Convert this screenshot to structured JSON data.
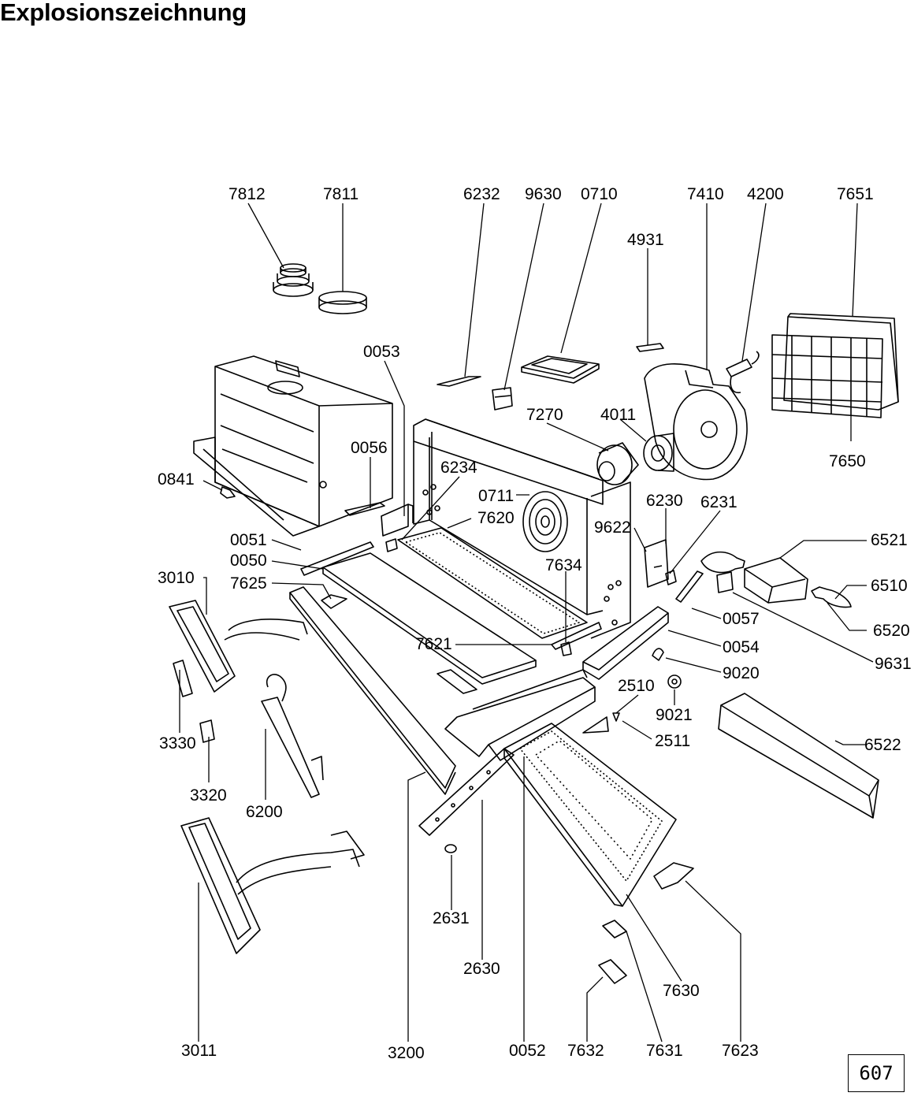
{
  "title": "Explosionszeichnung",
  "page_number": "607",
  "labels": {
    "l7812": "7812",
    "l7811": "7811",
    "l6232": "6232",
    "l9630": "9630",
    "l0710": "0710",
    "l7410": "7410",
    "l4200": "4200",
    "l7651": "7651",
    "l4931": "4931",
    "l0053": "0053",
    "l7270": "7270",
    "l4011": "4011",
    "l0056": "0056",
    "l6234": "6234",
    "l0841": "0841",
    "l0711": "0711",
    "l7620": "7620",
    "l6230": "6230",
    "l6231": "6231",
    "l7650": "7650",
    "l9622": "9622",
    "l0051": "0051",
    "l6521": "6521",
    "l0050": "0050",
    "l7634": "7634",
    "l3010": "3010",
    "l7625": "7625",
    "l6510": "6510",
    "l0057": "0057",
    "l6520": "6520",
    "l7621": "7621",
    "l0054": "0054",
    "l9631": "9631",
    "l9020": "9020",
    "l2510": "2510",
    "l9021": "9021",
    "l3330": "3330",
    "l2511": "2511",
    "l6522": "6522",
    "l3320": "3320",
    "l6200": "6200",
    "l2631": "2631",
    "l2630": "2630",
    "l7630": "7630",
    "l3011": "3011",
    "l3200": "3200",
    "l0052": "0052",
    "l7632": "7632",
    "l7631": "7631",
    "l7623": "7623"
  }
}
